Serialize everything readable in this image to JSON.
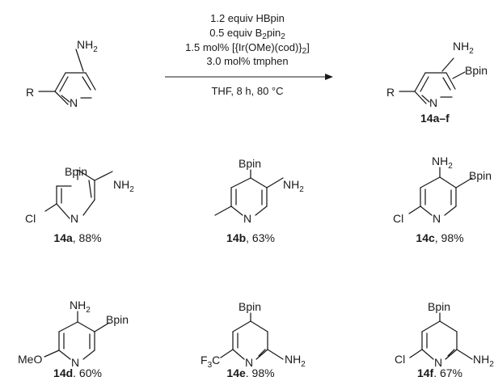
{
  "reaction": {
    "conditions": [
      [
        "1.2 equiv HBpin"
      ],
      [
        "0.5 equiv B",
        "2",
        "pin",
        "2"
      ],
      [
        "1.5 mol% [{Ir(OMe)(cod)}",
        "2",
        "]"
      ],
      [
        "3.0 mol% tmphen"
      ],
      [
        "THF, 8 h, 80 °C"
      ]
    ],
    "reactant": {
      "amine": "NH",
      "amine_sub": "2",
      "r_group": "R",
      "ring_n": "N"
    },
    "product": {
      "amine": "NH",
      "amine_sub": "2",
      "boryl": "Bpin",
      "r_group": "R",
      "ring_n": "N",
      "label": "14a–f"
    }
  },
  "products": [
    {
      "label": "14a",
      "yield": ", 88%",
      "atoms": {
        "top": "Bpin",
        "right": "NH",
        "right_sub": "2",
        "left": "Cl",
        "n": "N"
      }
    },
    {
      "label": "14b",
      "yield": ", 63%",
      "atoms": {
        "top": "Bpin",
        "right": "NH",
        "right_sub": "2",
        "n": "N"
      }
    },
    {
      "label": "14c",
      "yield": ", 98%",
      "atoms": {
        "top": "NH",
        "top_sub": "2",
        "right": "Bpin",
        "left": "Cl",
        "n": "N"
      }
    },
    {
      "label": "14d",
      "yield": ", 60%",
      "atoms": {
        "top": "NH",
        "top_sub": "2",
        "right": "Bpin",
        "left": "MeO",
        "n": "N"
      }
    },
    {
      "label": "14e",
      "yield": ", 98%",
      "atoms": {
        "top": "Bpin",
        "left_a": "F",
        "left_sub": "3",
        "left_b": "C",
        "n": "N",
        "ortho": "NH",
        "ortho_sub": "2"
      }
    },
    {
      "label": "14f",
      "yield": ", 67%",
      "atoms": {
        "top": "Bpin",
        "left": "Cl",
        "n": "N",
        "ortho": "NH",
        "ortho_sub": "2"
      }
    }
  ]
}
